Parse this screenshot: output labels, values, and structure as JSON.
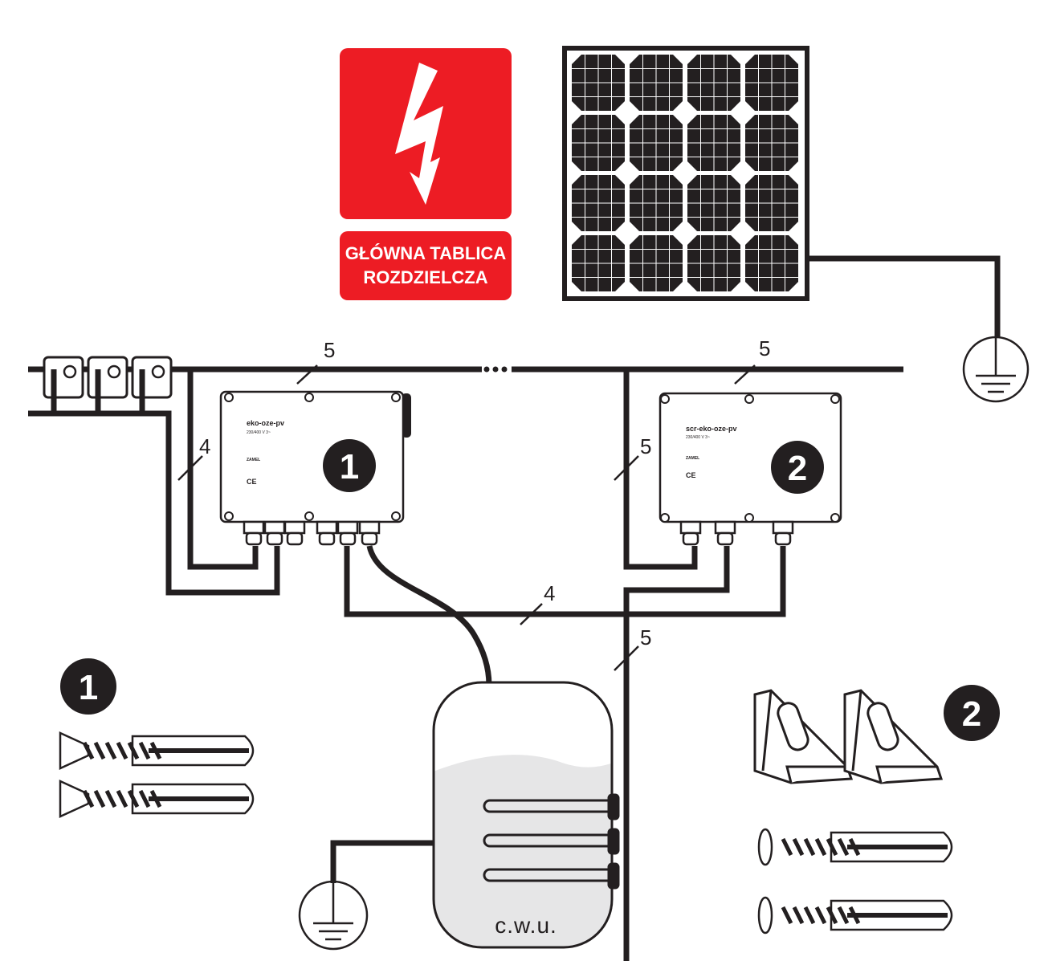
{
  "colors": {
    "sign_red": "#ed1c24",
    "line": "#231f20",
    "water": "#e6e6e7"
  },
  "sign": {
    "icon": "high-voltage-icon",
    "line1": "GŁÓWNA TABLICA",
    "line2": "ROZDZIELCZA"
  },
  "device1": {
    "title": "eko-oze-pv",
    "spec": "230/400 V 3~",
    "brand": "ZAMEL",
    "ce": "CE",
    "badge": "1"
  },
  "device2": {
    "title": "scr-eko-oze-pv",
    "spec": "230/400 V 3~",
    "brand": "ZAMEL",
    "ce": "CE",
    "badge": "2"
  },
  "wire_labels": {
    "a": "5",
    "b": "5",
    "c": "4",
    "d": "5",
    "e": "4",
    "f": "5"
  },
  "tank": {
    "label": "c.w.u."
  },
  "accessories": {
    "badge1": "1",
    "badge2": "2"
  }
}
